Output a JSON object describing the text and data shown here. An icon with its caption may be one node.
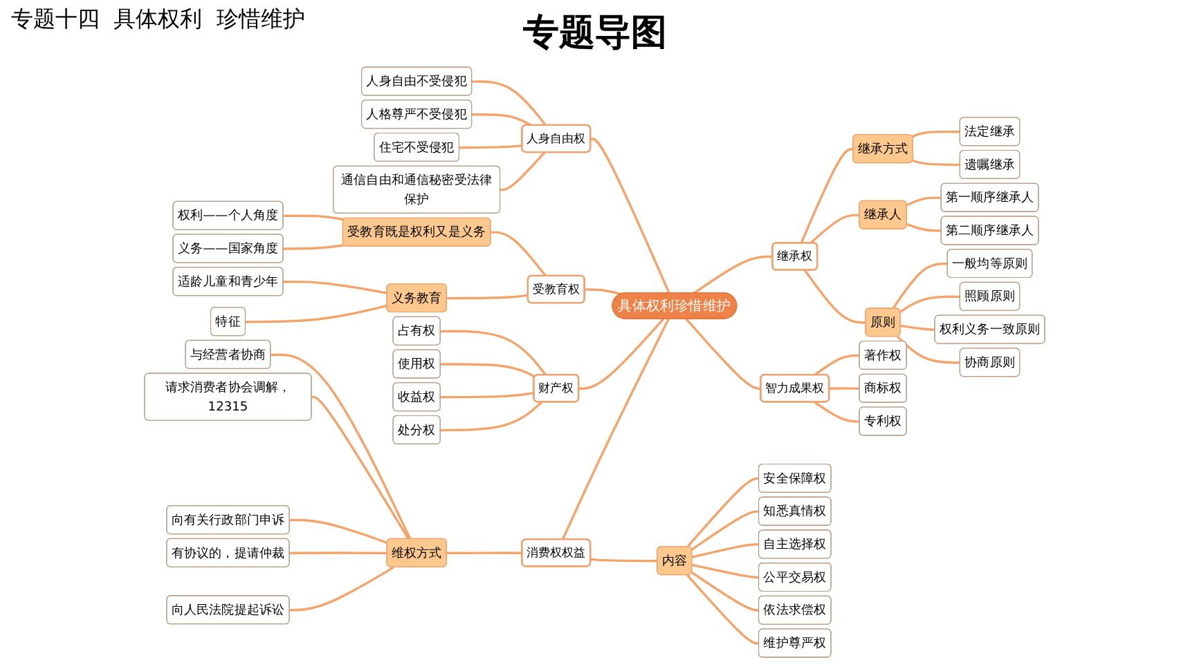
{
  "diagram": {
    "title": "专题导图",
    "nodes": [
      {
        "text": [
          "具体权利珍惜维护"
        ]
      },
      {
        "text": [
          "人身自由权"
        ]
      },
      {
        "text": [
          "人身自由不受侵犯"
        ]
      },
      {
        "text": [
          "人格尊严不受侵犯"
        ]
      },
      {
        "text": [
          "住宅不受侵犯"
        ]
      },
      {
        "text": [
          "通信自由和通信秘密受法律保护"
        ]
      },
      {
        "text": [
          "受教育权"
        ]
      },
      {
        "text": [
          "受教育既是权利又是义务"
        ]
      },
      {
        "text": [
          "权利——个人角度"
        ]
      },
      {
        "text": [
          "义务——国家角度"
        ]
      },
      {
        "text": [
          "义务教育"
        ]
      },
      {
        "text": [
          "适龄儿童和青少年"
        ]
      },
      {
        "text": [
          "特征"
        ]
      },
      {
        "text": [
          "财产权"
        ]
      },
      {
        "text": [
          "占有权"
        ]
      },
      {
        "text": [
          "使用权"
        ]
      },
      {
        "text": [
          "收益权"
        ]
      },
      {
        "text": [
          "处分权"
        ]
      },
      {
        "text": [
          "消费权权益"
        ]
      },
      {
        "text": [
          "维权方式"
        ]
      },
      {
        "text": [
          "与经营者协商"
        ]
      },
      {
        "text": [
          "请求消费者协会调解，12315"
        ]
      },
      {
        "text": [
          "向有关行政部门申诉"
        ]
      },
      {
        "text": [
          "有协议的，提请仲裁"
        ]
      },
      {
        "text": [
          "向人民法院提起诉讼"
        ]
      },
      {
        "text": [
          "内容"
        ]
      },
      {
        "text": [
          "安全保障权"
        ]
      },
      {
        "text": [
          "知悉真情权"
        ]
      },
      {
        "text": [
          "自主选择权"
        ]
      },
      {
        "text": [
          "公平交易权"
        ]
      },
      {
        "text": [
          "依法求偿权"
        ]
      },
      {
        "text": [
          "维护尊严权"
        ]
      },
      {
        "text": [
          "继承权"
        ]
      },
      {
        "text": [
          "继承方式"
        ]
      },
      {
        "text": [
          "法定继承"
        ]
      },
      {
        "text": [
          "遗嘱继承"
        ]
      },
      {
        "text": [
          "继承人"
        ]
      },
      {
        "text": [
          "第一顺序继承人"
        ]
      },
      {
        "text": [
          "第二顺序继承人"
        ]
      },
      {
        "text": [
          "原则"
        ]
      },
      {
        "text": [
          "一般均等原则"
        ]
      },
      {
        "text": [
          "照顾原则"
        ]
      },
      {
        "text": [
          "权利义务一致原则"
        ]
      },
      {
        "text": [
          "协商原则"
        ]
      },
      {
        "text": [
          "智力成果权"
        ]
      },
      {
        "text": [
          "著作权"
        ]
      },
      {
        "text": [
          "商标权"
        ]
      },
      {
        "text": [
          "专利权"
        ]
      }
    ],
    "edges": [
      {
        "from": 1,
        "to": 0,
        "arrow": "none"
      },
      {
        "from": 2,
        "to": 1,
        "arrow": "none"
      },
      {
        "from": 3,
        "to": 1,
        "arrow": "none"
      },
      {
        "from": 4,
        "to": 1,
        "arrow": "none"
      },
      {
        "from": 5,
        "to": 1,
        "arrow": "none"
      },
      {
        "from": 6,
        "to": 0,
        "arrow": "none"
      },
      {
        "from": 7,
        "to": 6,
        "arrow": "none"
      },
      {
        "from": 8,
        "to": 7,
        "arrow": "none"
      },
      {
        "from": 9,
        "to": 7,
        "arrow": "none"
      },
      {
        "from": 10,
        "to": 6,
        "arrow": "none"
      },
      {
        "from": 11,
        "to": 10,
        "arrow": "none"
      },
      {
        "from": 12,
        "to": 10,
        "arrow": "none"
      },
      {
        "from": 13,
        "to": 0,
        "arrow": "none"
      },
      {
        "from": 14,
        "to": 13,
        "arrow": "none"
      },
      {
        "from": 15,
        "to": 13,
        "arrow": "none"
      },
      {
        "from": 16,
        "to": 13,
        "arrow": "none"
      },
      {
        "from": 17,
        "to": 13,
        "arrow": "none"
      },
      {
        "from": 18,
        "to": 0,
        "arrow": "none"
      },
      {
        "from": 19,
        "to": 18,
        "arrow": "none"
      },
      {
        "from": 20,
        "to": 19,
        "arrow": "none"
      },
      {
        "from": 21,
        "to": 19,
        "arrow": "none"
      },
      {
        "from": 22,
        "to": 19,
        "arrow": "none"
      },
      {
        "from": 23,
        "to": 19,
        "arrow": "none"
      },
      {
        "from": 24,
        "to": 19,
        "arrow": "none"
      },
      {
        "from": 18,
        "to": 25,
        "arrow": "none"
      },
      {
        "from": 25,
        "to": 26,
        "arrow": "none"
      },
      {
        "from": 25,
        "to": 27,
        "arrow": "none"
      },
      {
        "from": 25,
        "to": 28,
        "arrow": "none"
      },
      {
        "from": 25,
        "to": 29,
        "arrow": "none"
      },
      {
        "from": 25,
        "to": 30,
        "arrow": "none"
      },
      {
        "from": 25,
        "to": 31,
        "arrow": "none"
      },
      {
        "from": 0,
        "to": 32,
        "arrow": "none"
      },
      {
        "from": 32,
        "to": 33,
        "arrow": "none"
      },
      {
        "from": 33,
        "to": 34,
        "arrow": "none"
      },
      {
        "from": 33,
        "to": 35,
        "arrow": "none"
      },
      {
        "from": 32,
        "to": 36,
        "arrow": "none"
      },
      {
        "from": 36,
        "to": 37,
        "arrow": "none"
      },
      {
        "from": 36,
        "to": 38,
        "arrow": "none"
      },
      {
        "from": 32,
        "to": 39,
        "arrow": "none"
      },
      {
        "from": 39,
        "to": 40,
        "arrow": "none"
      },
      {
        "from": 39,
        "to": 41,
        "arrow": "none"
      },
      {
        "from": 39,
        "to": 42,
        "arrow": "none"
      },
      {
        "from": 39,
        "to": 43,
        "arrow": "none"
      },
      {
        "from": 0,
        "to": 44,
        "arrow": "none"
      },
      {
        "from": 44,
        "to": 45,
        "arrow": "none"
      },
      {
        "from": 44,
        "to": 46,
        "arrow": "none"
      },
      {
        "from": 44,
        "to": 47,
        "arrow": "none"
      }
    ],
    "labels": [
      "专题十四  具体权利  珍惜维护"
    ]
  }
}
